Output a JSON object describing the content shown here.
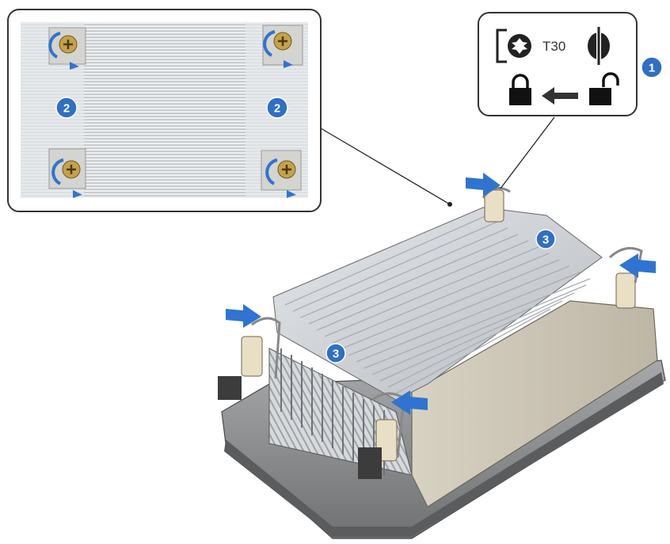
{
  "colors": {
    "step_badge": "#2f6fc4",
    "arrow": "#2f74d0",
    "fins": "#c4c7cb",
    "base": "#8c8e90",
    "shroud": "#ccc6b6",
    "outline": "#333333"
  },
  "callout_tool": {
    "step": "1",
    "bit_label": "T30",
    "icons": [
      "torx-bit-icon",
      "screwdriver-icon",
      "lock-closed-icon",
      "arrow-left-icon",
      "lock-open-icon"
    ]
  },
  "callout_screws": {
    "labels": [
      {
        "id": "left",
        "text": "2"
      },
      {
        "id": "right",
        "text": "2"
      }
    ],
    "screw_count": 4
  },
  "heatsink": {
    "labels": [
      {
        "id": "rear",
        "text": "3"
      },
      {
        "id": "front",
        "text": "3"
      }
    ],
    "push_arrow_count": 4
  }
}
